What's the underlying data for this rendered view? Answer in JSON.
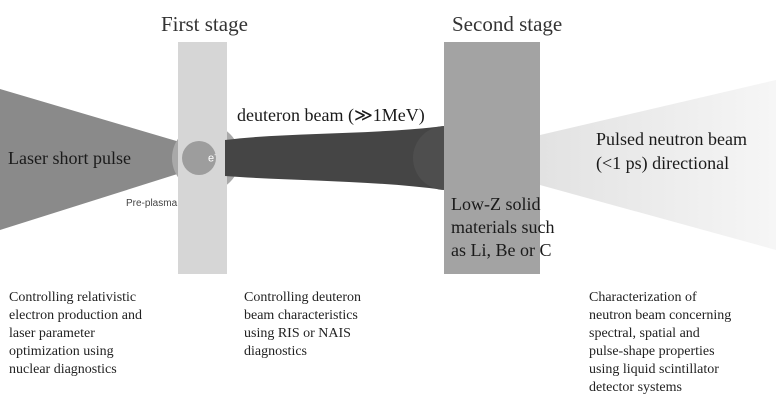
{
  "titles": {
    "first_stage": "First stage",
    "second_stage": "Second stage"
  },
  "labels": {
    "laser": "Laser short pulse",
    "electron": "e",
    "electron_sup": "-",
    "preplasma": "Pre-plasma",
    "deuteron": "deuteron beam (≫1MeV)",
    "neutron": [
      "Pulsed neutron beam",
      "(<1 ps) directional"
    ],
    "converter": [
      "Low-Z solid",
      "materials such",
      "as Li, Be or C"
    ]
  },
  "captions": {
    "left": [
      "Controlling relativistic",
      "electron production and",
      "laser parameter",
      "optimization using",
      "nuclear diagnostics"
    ],
    "middle": [
      "Controlling deuteron",
      "beam characteristics",
      "using RIS or NAIS",
      "diagnostics"
    ],
    "right": [
      "Characterization of",
      "neutron beam concerning",
      "spectral, spatial and",
      "pulse-shape properties",
      "using liquid scintillator",
      "detector systems"
    ]
  },
  "colors": {
    "laser_cone": "#8a8a8a",
    "target_foil": "#d6d6d6",
    "preplasma": "#a9a9a9",
    "deuteron_beam": "#454545",
    "converter_block": "#a3a3a3",
    "neutron_cone": "#e8e8e8"
  }
}
